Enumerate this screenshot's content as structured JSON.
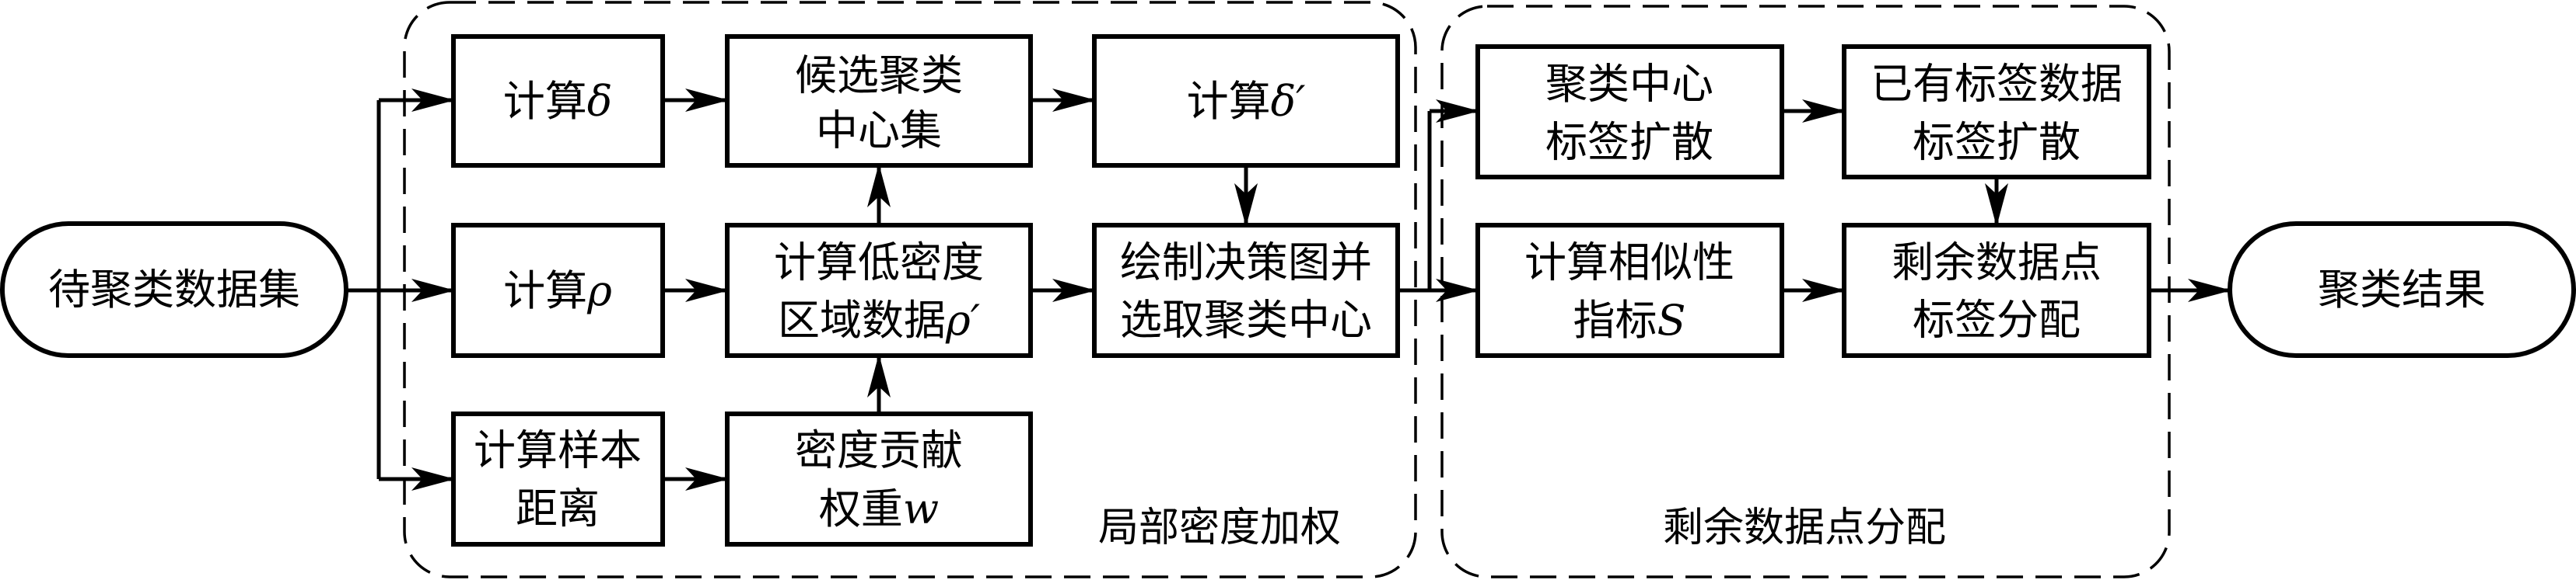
{
  "diagram": {
    "title": "",
    "start": {
      "label": "待聚类数据集"
    },
    "end": {
      "label": "聚类结果"
    },
    "groups": [
      {
        "id": "local-density-weighting",
        "label": "局部密度加权"
      },
      {
        "id": "remaining-point-allocation",
        "label": "剩余数据点分配"
      }
    ],
    "nodes": {
      "calc_delta": {
        "lines": [
          "计算",
          "δ"
        ],
        "text": "计算δ"
      },
      "calc_rho": {
        "lines": [
          "计算",
          "ρ"
        ],
        "text": "计算ρ"
      },
      "calc_dist": {
        "line1": "计算样本",
        "line2": "距离"
      },
      "candidate": {
        "line1": "候选聚类",
        "line2": "中心集"
      },
      "low_density": {
        "line1": "计算低密度",
        "line2a": "区域数据",
        "line2b": "ρ′"
      },
      "weight": {
        "line1": "密度贡献",
        "line2a": "权重",
        "line2b": "w"
      },
      "calc_delta_prime": {
        "a": "计算",
        "b": "δ′"
      },
      "decision": {
        "line1": "绘制决策图并",
        "line2": "选取聚类中心"
      },
      "center_spread": {
        "line1": "聚类中心",
        "line2": "标签扩散"
      },
      "labeled_spread": {
        "line1": "已有标签数据",
        "line2": "标签扩散"
      },
      "similarity": {
        "line1": "计算相似性",
        "line2a": "指标",
        "line2b": "S"
      },
      "assign": {
        "line1": "剩余数据点",
        "line2": "标签分配"
      }
    },
    "edges": [
      [
        "待聚类数据集",
        "计算δ"
      ],
      [
        "待聚类数据集",
        "计算ρ"
      ],
      [
        "待聚类数据集",
        "计算样本距离"
      ],
      [
        "计算δ",
        "候选聚类中心集"
      ],
      [
        "计算ρ",
        "计算低密度区域数据ρ′"
      ],
      [
        "计算样本距离",
        "密度贡献权重w"
      ],
      [
        "密度贡献权重w",
        "计算低密度区域数据ρ′"
      ],
      [
        "计算低密度区域数据ρ′",
        "候选聚类中心集"
      ],
      [
        "候选聚类中心集",
        "计算δ′"
      ],
      [
        "计算δ′",
        "绘制决策图并选取聚类中心"
      ],
      [
        "计算低密度区域数据ρ′",
        "绘制决策图并选取聚类中心"
      ],
      [
        "绘制决策图并选取聚类中心",
        "聚类中心标签扩散"
      ],
      [
        "绘制决策图并选取聚类中心",
        "计算相似性指标S"
      ],
      [
        "聚类中心标签扩散",
        "已有标签数据标签扩散"
      ],
      [
        "已有标签数据标签扩散",
        "剩余数据点标签分配"
      ],
      [
        "计算相似性指标S",
        "剩余数据点标签分配"
      ],
      [
        "剩余数据点标签分配",
        "聚类结果"
      ]
    ]
  }
}
